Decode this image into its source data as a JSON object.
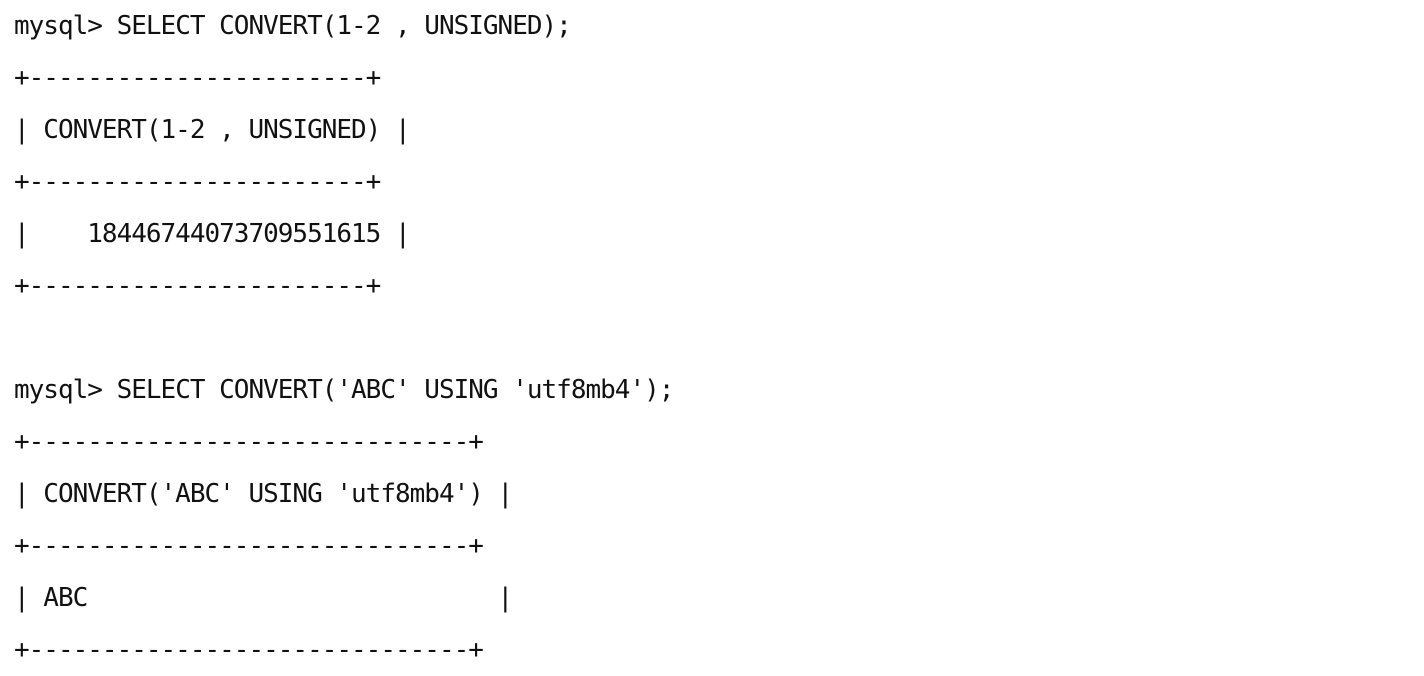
{
  "terminal": {
    "blocks": [
      {
        "prompt": "mysql>",
        "command": " SELECT CONVERT(1-2 , UNSIGNED);",
        "border": "+-----------------------+",
        "header": "| CONVERT(1-2 , UNSIGNED) |",
        "row": "|    18446744073709551615 |"
      },
      {
        "prompt": "mysql>",
        "command": " SELECT CONVERT('ABC' USING 'utf8mb4');",
        "border": "+------------------------------+",
        "header": "| CONVERT('ABC' USING 'utf8mb4') |",
        "row": "| ABC                            |"
      }
    ]
  }
}
